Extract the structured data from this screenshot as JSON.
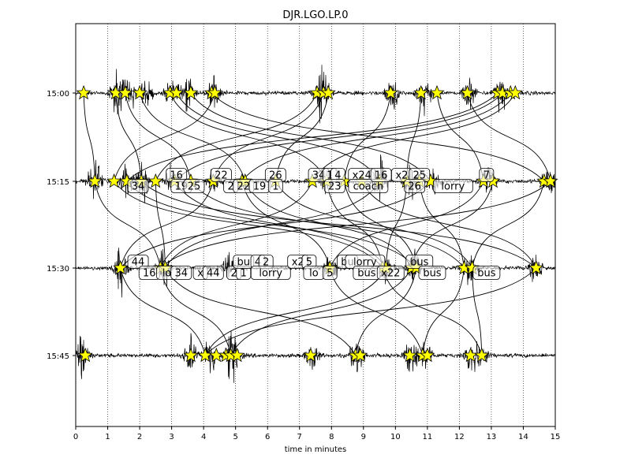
{
  "chart_data": {
    "type": "line",
    "title": "DJR.LGO.LP.0",
    "xlabel": "time in minutes",
    "ylabel": "",
    "xlim": [
      0,
      15
    ],
    "x_ticks": [
      "0",
      "1",
      "2",
      "3",
      "4",
      "5",
      "6",
      "7",
      "8",
      "9",
      "10",
      "11",
      "12",
      "13",
      "14",
      "15"
    ],
    "y_ticks": [
      "15:00",
      "15:15",
      "15:30",
      "15:45"
    ],
    "grid": "vertical dotted lines at each minute",
    "trace_color": "#000000",
    "marker_color": "#ffff00",
    "marker_edge": "#000000",
    "series": [
      {
        "row": "15:00",
        "events": [
          0.25,
          1.25,
          1.55,
          2.0,
          2.95,
          3.15,
          3.6,
          4.25,
          4.35,
          7.55,
          7.75,
          7.9,
          9.85,
          10.8,
          11.3,
          12.25,
          13.2,
          13.35,
          13.6,
          13.75
        ],
        "bursts": [
          [
            1.3,
            1.0
          ],
          [
            1.7,
            0.6
          ],
          [
            2.2,
            0.6
          ],
          [
            3.0,
            0.6
          ],
          [
            3.5,
            0.7
          ],
          [
            4.3,
            0.8
          ],
          [
            7.7,
            1.3
          ],
          [
            9.9,
            0.8
          ],
          [
            10.9,
            0.9
          ],
          [
            12.3,
            0.7
          ],
          [
            13.3,
            0.9
          ]
        ]
      },
      {
        "row": "15:15",
        "events": [
          0.6,
          1.2,
          1.6,
          2.05,
          2.5,
          3.1,
          3.6,
          4.3,
          5.2,
          5.3,
          6.25,
          7.4,
          7.85,
          8.4,
          8.95,
          9.5,
          10.35,
          10.75,
          11.1,
          12.75,
          13.05,
          14.65,
          14.85
        ],
        "bursts": [
          [
            0.6,
            1.1
          ],
          [
            1.6,
            0.7
          ],
          [
            2.1,
            0.8
          ],
          [
            3.0,
            0.6
          ],
          [
            4.3,
            0.5
          ],
          [
            7.8,
            0.6
          ],
          [
            9.5,
            1.0
          ],
          [
            10.5,
            0.9
          ],
          [
            11.2,
            0.6
          ],
          [
            12.9,
            0.8
          ],
          [
            14.8,
            0.7
          ]
        ],
        "labels": [
          {
            "text": "34",
            "x": 1.95,
            "tier": "lower"
          },
          {
            "text": "16",
            "x": 3.15,
            "tier": "upper"
          },
          {
            "text": "19",
            "x": 3.3,
            "tier": "lower"
          },
          {
            "text": "25",
            "x": 3.7,
            "tier": "lower"
          },
          {
            "text": "22",
            "x": 4.55,
            "tier": "upper"
          },
          {
            "text": "2",
            "x": 4.85,
            "tier": "lower"
          },
          {
            "text": "22",
            "x": 5.25,
            "tier": "lower"
          },
          {
            "text": "19",
            "x": 5.75,
            "tier": "lower"
          },
          {
            "text": "26",
            "x": 6.25,
            "tier": "upper"
          },
          {
            "text": "1",
            "x": 6.25,
            "tier": "lower"
          },
          {
            "text": "34",
            "x": 7.6,
            "tier": "upper"
          },
          {
            "text": "1",
            "x": 7.95,
            "tier": "upper"
          },
          {
            "text": "4",
            "x": 8.2,
            "tier": "upper"
          },
          {
            "text": "23",
            "x": 8.1,
            "tier": "lower"
          },
          {
            "text": "x24",
            "x": 8.95,
            "tier": "upper"
          },
          {
            "text": "coach",
            "x": 9.15,
            "tier": "lower"
          },
          {
            "text": "16",
            "x": 9.55,
            "tier": "upper"
          },
          {
            "text": "x2",
            "x": 10.2,
            "tier": "upper"
          },
          {
            "text": "25",
            "x": 10.75,
            "tier": "upper"
          },
          {
            "text": "26",
            "x": 10.6,
            "tier": "lower"
          },
          {
            "text": "lorry",
            "x": 11.8,
            "tier": "lower"
          },
          {
            "text": "7",
            "x": 12.85,
            "tier": "upper"
          }
        ]
      },
      {
        "row": "15:30",
        "events": [
          1.4,
          2.65,
          2.8,
          7.95,
          9.6,
          9.7,
          10.5,
          10.65,
          12.15,
          12.4,
          14.4
        ],
        "bursts": [
          [
            1.4,
            1.0
          ],
          [
            2.75,
            0.9
          ],
          [
            4.8,
            0.6
          ],
          [
            8.0,
            0.6
          ],
          [
            9.7,
            0.7
          ],
          [
            10.6,
            0.9
          ],
          [
            12.3,
            0.8
          ],
          [
            14.4,
            0.6
          ]
        ],
        "labels": [
          {
            "text": "44",
            "x": 1.95,
            "tier": "upper"
          },
          {
            "text": "16",
            "x": 2.3,
            "tier": "lower"
          },
          {
            "text": "lo",
            "x": 2.85,
            "tier": "lower"
          },
          {
            "text": "34",
            "x": 3.3,
            "tier": "lower"
          },
          {
            "text": "x",
            "x": 3.9,
            "tier": "lower"
          },
          {
            "text": "44",
            "x": 4.3,
            "tier": "lower"
          },
          {
            "text": "2",
            "x": 4.95,
            "tier": "lower"
          },
          {
            "text": "1",
            "x": 5.25,
            "tier": "lower"
          },
          {
            "text": "bu",
            "x": 5.25,
            "tier": "upper"
          },
          {
            "text": "4",
            "x": 5.7,
            "tier": "upper"
          },
          {
            "text": "2",
            "x": 5.95,
            "tier": "upper"
          },
          {
            "text": "lorry",
            "x": 6.1,
            "tier": "lower"
          },
          {
            "text": "x2",
            "x": 6.95,
            "tier": "upper"
          },
          {
            "text": "5",
            "x": 7.3,
            "tier": "upper"
          },
          {
            "text": "lo",
            "x": 7.45,
            "tier": "lower"
          },
          {
            "text": "5",
            "x": 7.95,
            "tier": "lower"
          },
          {
            "text": "bu",
            "x": 8.5,
            "tier": "upper"
          },
          {
            "text": "lorry",
            "x": 9.05,
            "tier": "upper"
          },
          {
            "text": "bus",
            "x": 9.1,
            "tier": "lower"
          },
          {
            "text": "x22",
            "x": 9.85,
            "tier": "lower"
          },
          {
            "text": "bus",
            "x": 10.75,
            "tier": "upper"
          },
          {
            "text": "bus",
            "x": 11.15,
            "tier": "lower"
          },
          {
            "text": "bus",
            "x": 12.85,
            "tier": "lower"
          }
        ]
      },
      {
        "row": "15:45",
        "events": [
          0.3,
          3.6,
          4.05,
          4.4,
          4.7,
          4.85,
          5.05,
          7.35,
          8.75,
          8.9,
          10.45,
          10.85,
          11.0,
          12.35,
          12.7
        ],
        "bursts": [
          [
            0.2,
            1.0
          ],
          [
            3.6,
            0.8
          ],
          [
            4.2,
            1.0
          ],
          [
            4.9,
            1.3
          ],
          [
            7.4,
            0.7
          ],
          [
            8.8,
            0.9
          ],
          [
            10.5,
            0.8
          ],
          [
            10.95,
            0.7
          ],
          [
            12.4,
            0.6
          ],
          [
            12.7,
            0.6
          ]
        ]
      }
    ]
  }
}
